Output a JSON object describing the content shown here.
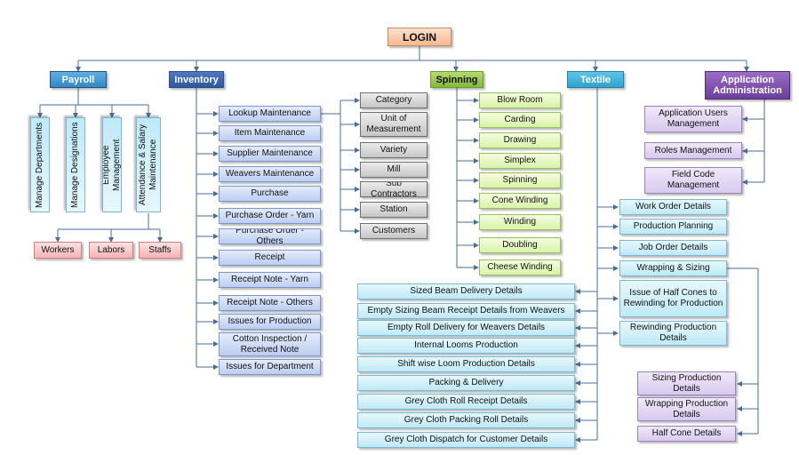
{
  "root": {
    "label": "LOGIN"
  },
  "modules": {
    "payroll": "Payroll",
    "inventory": "Inventory",
    "spinning": "Spinning",
    "textile": "Textile",
    "app_admin": "Application Administration"
  },
  "payroll": {
    "items": [
      "Manage Departments",
      "Manage Designations",
      "Employee Management",
      "Attendance & Salary Maintenance"
    ],
    "workers": [
      "Workers",
      "Labors",
      "Staffs"
    ]
  },
  "inventory": {
    "items": [
      "Lookup Maintenance",
      "Item Maintenance",
      "Supplier Maintenance",
      "Weavers Maintenance",
      "Purchase",
      "Purchase Order - Yarn",
      "Purchase Order - Others",
      "Receipt",
      "Receipt Note - Yarn",
      "Receipt Note - Others",
      "Issues for Production",
      "Cotton Inspection / Received Note",
      "Issues for Department"
    ],
    "lookups": [
      "Category",
      "Unit of Measurement",
      "Variety",
      "Mill",
      "Sub Contractors",
      "Station",
      "Customers"
    ]
  },
  "spinning": {
    "items": [
      "Blow Room",
      "Carding",
      "Drawing",
      "Simplex",
      "Spinning",
      "Cone Winding",
      "Winding",
      "Doubling",
      "Cheese Winding"
    ]
  },
  "textile": {
    "items": [
      "Work Order Details",
      "Production Planning",
      "Job Order Details",
      "Wrapping & Sizing",
      "Issue of Half Cones to Rewinding for Production",
      "Rewinding Production Details"
    ],
    "details": [
      "Sized Beam Delivery Details",
      "Empty Sizing Beam Receipt Details from Weavers",
      "Empty Roll Delivery for Weavers Details",
      "Internal Looms Production",
      "Shift wise Loom Production Details",
      "Packing & Delivery",
      "Grey Cloth Roll Receipt Details",
      "Grey Cloth Packing Roll Details",
      "Grey Cloth Dispatch for Customer Details"
    ],
    "sizing": [
      "Sizing Production Details",
      "Wrapping Production Details",
      "Half Cone Details"
    ]
  },
  "app_admin": {
    "items": [
      "Application Users Management",
      "Roles Management",
      "Field Code Management"
    ]
  },
  "colors": {
    "connector": "#4a6e9a",
    "payroll": "#2f88c6",
    "inventory": "#2d579e",
    "spinning": "#86b63a",
    "textile": "#2fa2cf",
    "app_admin": "#6c3f9d"
  }
}
